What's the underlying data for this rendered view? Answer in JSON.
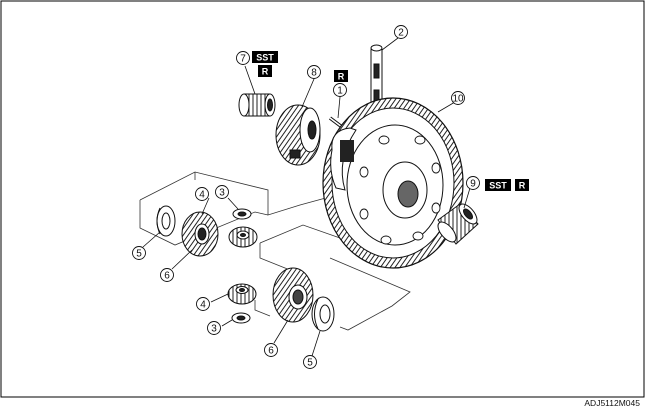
{
  "figure": {
    "code": "ADJ5112M045"
  },
  "callouts": [
    {
      "id": "c1",
      "number": "1",
      "badges": []
    },
    {
      "id": "c2",
      "number": "2",
      "badges": []
    },
    {
      "id": "c3a",
      "number": "3",
      "badges": []
    },
    {
      "id": "c3b",
      "number": "3",
      "badges": []
    },
    {
      "id": "c4a",
      "number": "4",
      "badges": []
    },
    {
      "id": "c4b",
      "number": "4",
      "badges": []
    },
    {
      "id": "c5a",
      "number": "5",
      "badges": []
    },
    {
      "id": "c5b",
      "number": "5",
      "badges": []
    },
    {
      "id": "c6a",
      "number": "6",
      "badges": []
    },
    {
      "id": "c6b",
      "number": "6",
      "badges": []
    },
    {
      "id": "c7",
      "number": "7",
      "badges": [
        "SST",
        "R"
      ]
    },
    {
      "id": "c8",
      "number": "8",
      "badges": []
    },
    {
      "id": "c9",
      "number": "9",
      "badges": [
        "SST",
        "R"
      ]
    },
    {
      "id": "c10",
      "number": "10",
      "badges": []
    }
  ],
  "badges": {
    "sst": "SST",
    "replace": "R"
  },
  "parts": {
    "pinion_shaft": "pinion-shaft",
    "lock_pin": "lock-pin",
    "ring_gear": "ring-gear",
    "side_gear": "side-gear",
    "pinion_gear": "pinion-gear",
    "thrust_washer": "thrust-washer"
  }
}
